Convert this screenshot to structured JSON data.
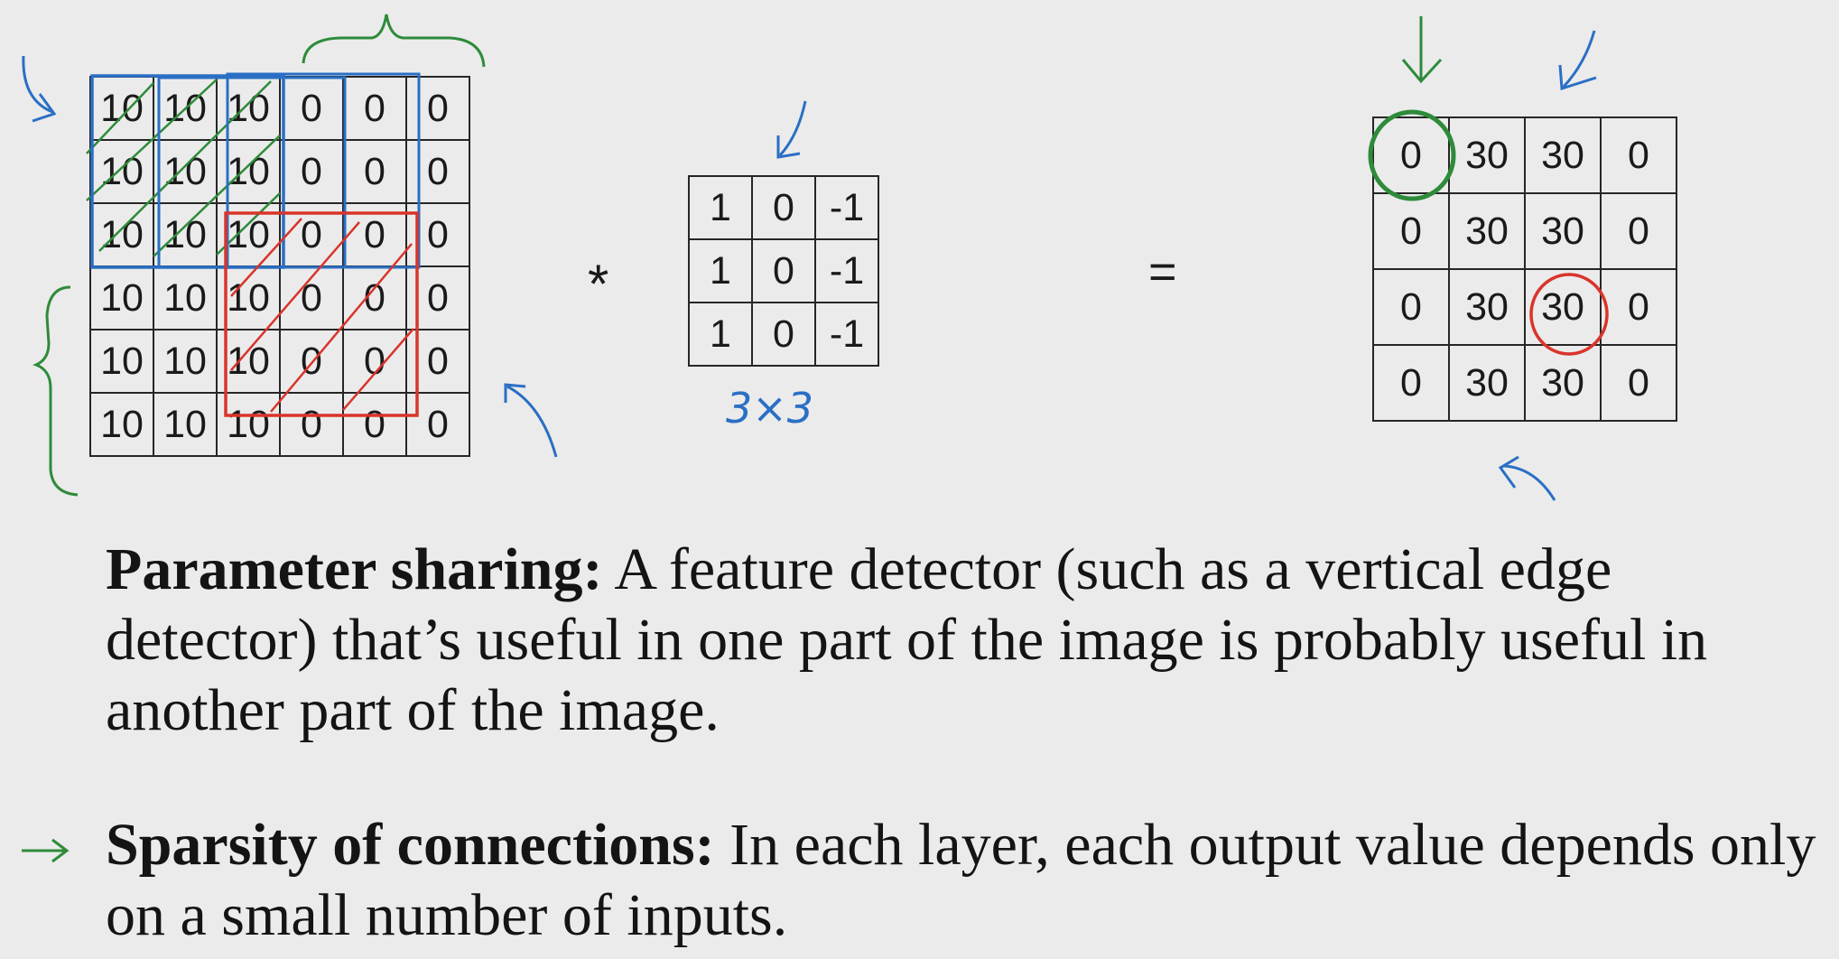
{
  "input_matrix": [
    [
      10,
      10,
      10,
      0,
      0,
      0
    ],
    [
      10,
      10,
      10,
      0,
      0,
      0
    ],
    [
      10,
      10,
      10,
      0,
      0,
      0
    ],
    [
      10,
      10,
      10,
      0,
      0,
      0
    ],
    [
      10,
      10,
      10,
      0,
      0,
      0
    ],
    [
      10,
      10,
      10,
      0,
      0,
      0
    ]
  ],
  "filter_matrix": [
    [
      1,
      0,
      -1
    ],
    [
      1,
      0,
      -1
    ],
    [
      1,
      0,
      -1
    ]
  ],
  "output_matrix": [
    [
      0,
      30,
      30,
      0
    ],
    [
      0,
      30,
      30,
      0
    ],
    [
      0,
      30,
      30,
      0
    ],
    [
      0,
      30,
      30,
      0
    ]
  ],
  "operators": {
    "convolution": "*",
    "equals": "="
  },
  "filter_size_label": "3×3",
  "colors": {
    "green_annotation": "#2e8b3a",
    "blue_annotation": "#2a6fc4",
    "red_annotation": "#d9342b"
  },
  "points": [
    {
      "heading": "Parameter sharing:",
      "body": "A feature detector (such as a vertical edge detector) that’s useful in one part of the image is probably useful in another part of the image."
    },
    {
      "heading": "Sparsity of connections:",
      "body": "In each layer, each output value depends only on a small number of inputs."
    }
  ]
}
